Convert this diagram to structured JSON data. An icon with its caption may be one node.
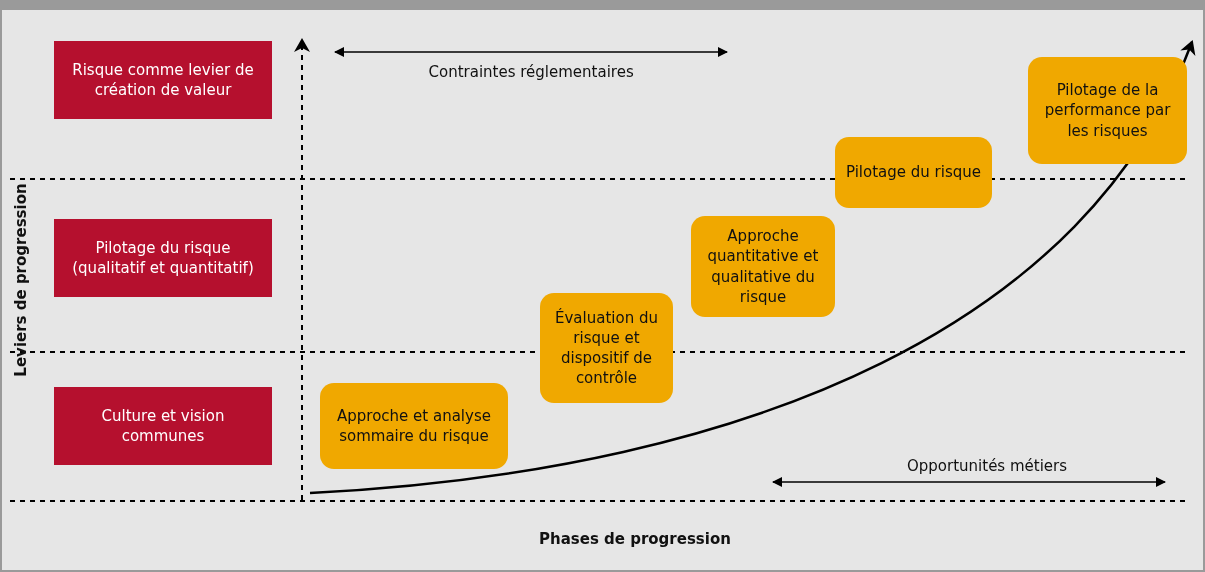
{
  "diagram": {
    "nodes": [
      {
        "text": [
          "Risque comme levier de création de valeur"
        ]
      },
      {
        "text": [
          "Pilotage du risque (qualitatif et quantitatif)"
        ]
      },
      {
        "text": [
          "Culture et vision communes"
        ]
      },
      {
        "text": [
          "Approche et analyse sommaire du risque"
        ]
      },
      {
        "text": [
          "Évaluation du risque et dispositif de contrôle"
        ]
      },
      {
        "text": [
          "Approche quantitative et qualitative du risque"
        ]
      },
      {
        "text": [
          "Pilotage du risque"
        ]
      },
      {
        "text": [
          "Pilotage de la performance par les risques"
        ]
      }
    ],
    "edges": [
      {
        "from": 3,
        "to": 7,
        "arrow": "to"
      }
    ],
    "labels": [
      "Contraintes réglementaires",
      "Opportunités métiers",
      "Leviers de progression",
      "Phases de progression"
    ]
  }
}
